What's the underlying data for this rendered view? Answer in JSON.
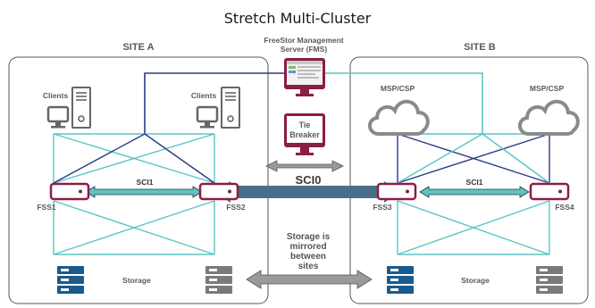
{
  "title": "Stretch Multi-Cluster",
  "site_a": "SITE A",
  "site_b": "SITE B",
  "fms_line1": "FreeStor Management",
  "fms_line2": "Server (FMS)",
  "tie_line1": "Tie",
  "tie_line2": "Breaker",
  "clients": "Clients",
  "msp": "MSP/CSP",
  "sci1": "SCI1",
  "sci0": "SCI0",
  "fss1": "FSS1",
  "fss2": "FSS2",
  "fss3": "FSS3",
  "fss4": "FSS4",
  "storage": "Storage",
  "mirror_line1": "Storage is",
  "mirror_line2": "mirrored",
  "mirror_line3": "between",
  "mirror_line4": "sites",
  "colors": {
    "fss_border": "#8c1d45",
    "cyan_link": "#5cc4c4",
    "navy_link": "#283c88",
    "storage_blue": "#1a5a8c",
    "storage_grey": "#7a7a7a",
    "cloud_grey": "#8a8a8a",
    "sci0_arrow": "#4a6e8a",
    "gray_arrow": "#9a9a9a"
  }
}
